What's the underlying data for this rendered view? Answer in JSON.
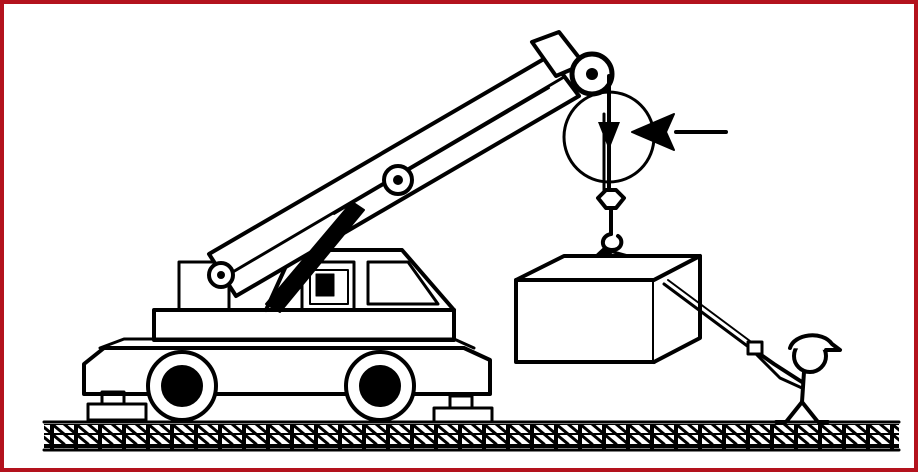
{
  "figure": {
    "frame_color": "#b3121d",
    "line_color": "#000000",
    "background": "#ffffff",
    "icons": [
      "mobile-crane",
      "boom",
      "pulley",
      "hook",
      "load-box",
      "tag-line",
      "worker-figure",
      "magnify-circle",
      "pointer-arrow",
      "ground-hatching"
    ]
  }
}
